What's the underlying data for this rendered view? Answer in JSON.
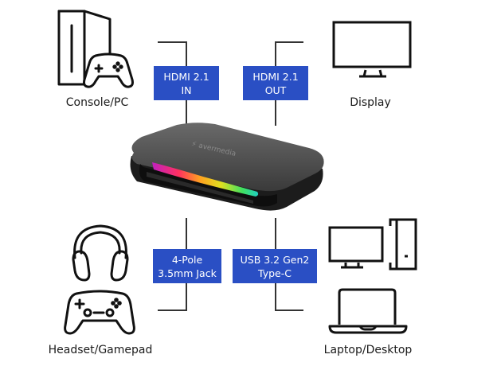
{
  "devices": {
    "console_pc": {
      "label": "Console/PC",
      "icon": "console-pc-icon"
    },
    "display": {
      "label": "Display",
      "icon": "monitor-icon"
    },
    "headset_gamepad": {
      "label": "Headset/Gamepad",
      "icon": "headset-gamepad-icon"
    },
    "laptop_desktop": {
      "label": "Laptop/Desktop",
      "icon": "laptop-desktop-icon"
    }
  },
  "ports": {
    "hdmi_in": {
      "line1": "HDMI 2.1",
      "line2": "IN"
    },
    "hdmi_out": {
      "line1": "HDMI 2.1",
      "line2": "OUT"
    },
    "audio": {
      "line1": "4-Pole",
      "line2": "3.5mm Jack"
    },
    "usb": {
      "line1": "USB 3.2 Gen2",
      "line2": "Type-C"
    }
  },
  "colors": {
    "port_box": "#2a4fc4",
    "line": "#333333",
    "device_body": "#3a3a3a"
  }
}
